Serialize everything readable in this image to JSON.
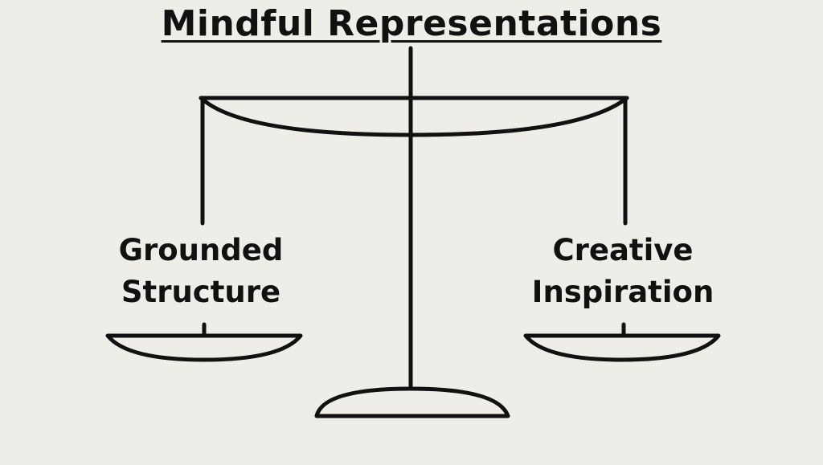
{
  "title": "Mindful Representations",
  "left_pan": {
    "line1": "Grounded",
    "line2": "Structure"
  },
  "right_pan": {
    "line1": "Creative",
    "line2": "Inspiration"
  },
  "colors": {
    "background": "#eeede8",
    "ink": "#111111"
  }
}
